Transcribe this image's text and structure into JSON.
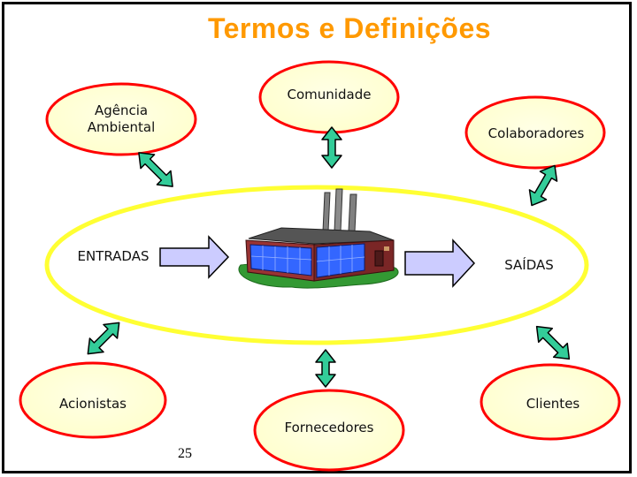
{
  "slide": {
    "title": "Termos e Definições",
    "page_number": "25"
  },
  "nodes": {
    "comunidade": "Comunidade",
    "agencia_line1": "Agência",
    "agencia_line2": "Ambiental",
    "colaboradores": "Colaboradores",
    "acionistas": "Acionistas",
    "clientes": "Clientes",
    "fornecedores": "Fornecedores"
  },
  "flows": {
    "entradas": "ENTRADAS",
    "saidas": "SAÍDAS"
  },
  "colors": {
    "title": "#ff9900",
    "bubble_fill": "#ffffcc",
    "bubble_stroke": "#ff0000",
    "ring": "#ffff33",
    "connector_arrow": "#33cc99",
    "flow_arrow": "#ccccff",
    "factory_brick": "#993333",
    "factory_glass": "#3366ff",
    "ground": "#339933"
  },
  "icons": [
    "factory-icon",
    "double-arrow-icon",
    "right-arrow-icon"
  ]
}
